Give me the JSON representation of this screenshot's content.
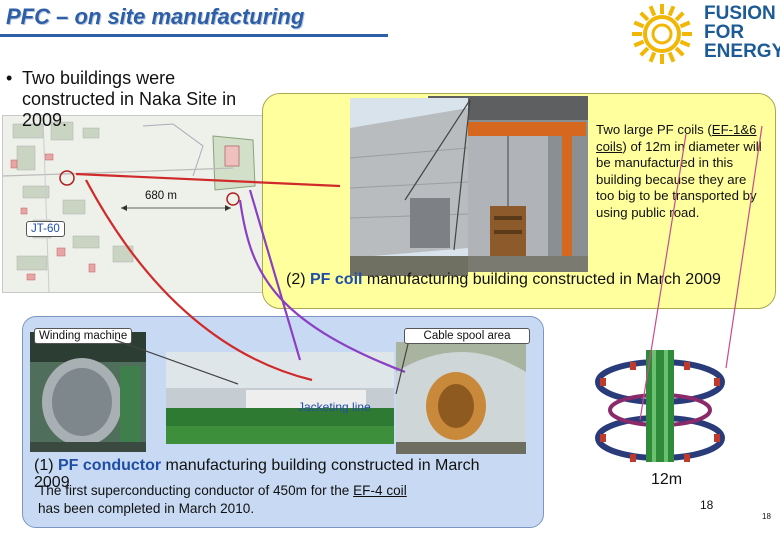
{
  "title": "PFC – on site manufacturing",
  "logo": {
    "line1": "FUSION",
    "line2": "FOR",
    "line3": "ENERGY"
  },
  "bullet": {
    "marker": "•",
    "text": "Two buildings were constructed in Naka Site in 2009."
  },
  "map": {
    "distance_label": "680 m",
    "site_label": "JT-60"
  },
  "pf_coil_building": {
    "description_parts": [
      "Two large PF coils (",
      "EF-1&6 coils",
      ") of 12m in diameter will be manufactured in this building because they are too big to be transported by using public road."
    ],
    "caption_prefix": "(2) ",
    "caption_bold": "PF coil",
    "caption_suffix": " manufacturing building constructed in March 2009"
  },
  "conductor_building": {
    "winding_label": "Winding machine",
    "cable_label": "Cable spool area",
    "jacketing_label": "Jacketing line",
    "caption_prefix": "(1) ",
    "caption_bold": "PF conductor",
    "caption_suffix": " manufacturing building constructed in March 2009",
    "note_start": "The first superconducting conductor of 450m for the ",
    "note_link": "EF-4 coil",
    "note_end": " has been completed in March 2010."
  },
  "coil_label": "12m",
  "page_number_a": "18",
  "page_number_b": "18",
  "colors": {
    "title": "#2d5fa8",
    "callout_yellow": "#ffff9e",
    "callout_blue": "#c8daf3",
    "arrow_red": "#d02a2a",
    "arrow_purple": "#8b3fc4"
  }
}
